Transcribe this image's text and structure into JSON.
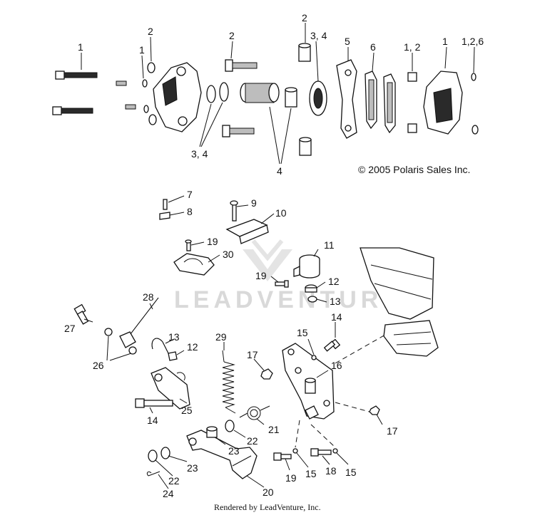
{
  "copyright": "© 2005 Polaris Sales Inc.",
  "footer": "Rendered by LeadVenture, Inc.",
  "watermark": "LEADVENTURE",
  "callouts": [
    "1",
    "2",
    "1",
    "2",
    "2",
    "3, 4",
    "1, 2",
    "1",
    "1,2,6",
    "5",
    "6",
    "3, 4",
    "4",
    "7",
    "8",
    "9",
    "10",
    "19",
    "30",
    "11",
    "19",
    "12",
    "13",
    "28",
    "14",
    "15",
    "27",
    "13",
    "12",
    "29",
    "26",
    "17",
    "16",
    "14",
    "25",
    "21",
    "17",
    "22",
    "23",
    "19",
    "15",
    "18",
    "15",
    "23",
    "22",
    "20",
    "24"
  ]
}
